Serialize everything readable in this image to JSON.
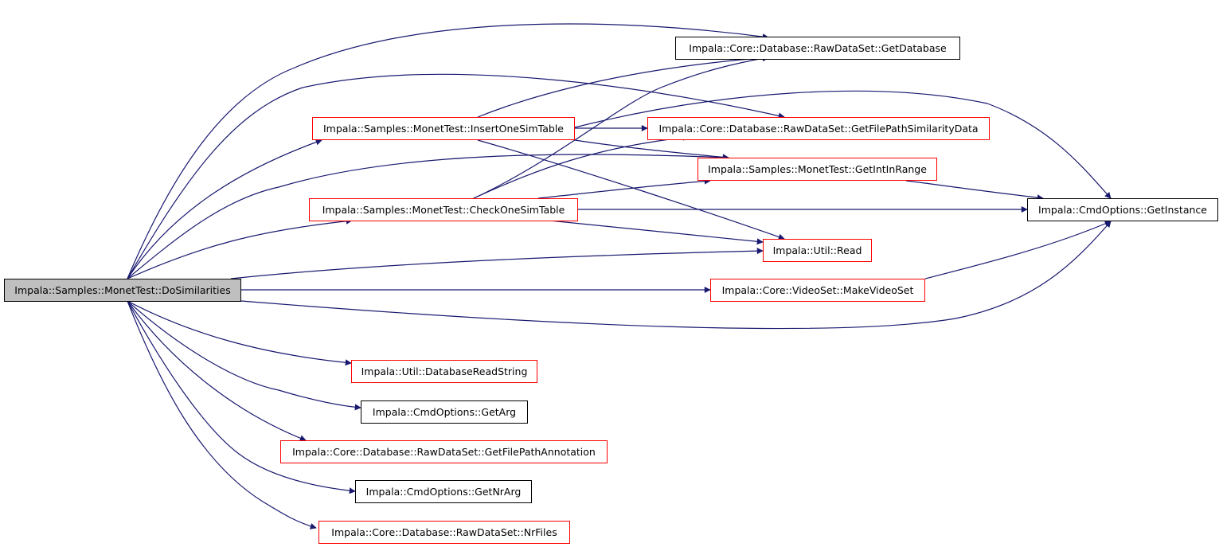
{
  "graph": {
    "edge_color": "#191970",
    "arrow_color": "#191970",
    "nodes": [
      {
        "id": "dosim",
        "label": "Impala::Samples::MonetTest::DoSimilarities",
        "style": "root",
        "fill": "#bfbfbf",
        "border": "#000000"
      },
      {
        "id": "getdb",
        "label": "Impala::Core::Database::RawDataSet::GetDatabase",
        "style": "plain",
        "border": "#000000"
      },
      {
        "id": "insert",
        "label": "Impala::Samples::MonetTest::InsertOneSimTable",
        "style": "red",
        "border": "#ff0000"
      },
      {
        "id": "getfps",
        "label": "Impala::Core::Database::RawDataSet::GetFilePathSimilarityData",
        "style": "red",
        "border": "#ff0000"
      },
      {
        "id": "getint",
        "label": "Impala::Samples::MonetTest::GetIntInRange",
        "style": "red",
        "border": "#ff0000"
      },
      {
        "id": "check",
        "label": "Impala::Samples::MonetTest::CheckOneSimTable",
        "style": "red",
        "border": "#ff0000"
      },
      {
        "id": "getinst",
        "label": "Impala::CmdOptions::GetInstance",
        "style": "plain",
        "border": "#000000"
      },
      {
        "id": "read",
        "label": "Impala::Util::Read",
        "style": "red",
        "border": "#ff0000"
      },
      {
        "id": "makevs",
        "label": "Impala::Core::VideoSet::MakeVideoSet",
        "style": "red",
        "border": "#ff0000"
      },
      {
        "id": "dbread",
        "label": "Impala::Util::DatabaseReadString",
        "style": "red",
        "border": "#ff0000"
      },
      {
        "id": "getarg",
        "label": "Impala::CmdOptions::GetArg",
        "style": "plain",
        "border": "#000000"
      },
      {
        "id": "getfpa",
        "label": "Impala::Core::Database::RawDataSet::GetFilePathAnnotation",
        "style": "red",
        "border": "#ff0000"
      },
      {
        "id": "getnrarg",
        "label": "Impala::CmdOptions::GetNrArg",
        "style": "plain",
        "border": "#000000"
      },
      {
        "id": "nrfiles",
        "label": "Impala::Core::Database::RawDataSet::NrFiles",
        "style": "red",
        "border": "#ff0000"
      }
    ],
    "edges": [
      {
        "from": "dosim",
        "to": "getdb"
      },
      {
        "from": "dosim",
        "to": "getfps"
      },
      {
        "from": "dosim",
        "to": "insert"
      },
      {
        "from": "dosim",
        "to": "getint"
      },
      {
        "from": "dosim",
        "to": "check"
      },
      {
        "from": "dosim",
        "to": "read"
      },
      {
        "from": "dosim",
        "to": "makevs"
      },
      {
        "from": "dosim",
        "to": "getinst"
      },
      {
        "from": "dosim",
        "to": "dbread"
      },
      {
        "from": "dosim",
        "to": "getarg"
      },
      {
        "from": "dosim",
        "to": "getfpa"
      },
      {
        "from": "dosim",
        "to": "getnrarg"
      },
      {
        "from": "dosim",
        "to": "nrfiles"
      },
      {
        "from": "insert",
        "to": "getdb"
      },
      {
        "from": "insert",
        "to": "getfps"
      },
      {
        "from": "insert",
        "to": "getint"
      },
      {
        "from": "insert",
        "to": "getinst"
      },
      {
        "from": "insert",
        "to": "read"
      },
      {
        "from": "check",
        "to": "getdb"
      },
      {
        "from": "check",
        "to": "getfps"
      },
      {
        "from": "check",
        "to": "getint"
      },
      {
        "from": "check",
        "to": "getinst"
      },
      {
        "from": "check",
        "to": "read"
      },
      {
        "from": "getint",
        "to": "getinst"
      },
      {
        "from": "makevs",
        "to": "getinst"
      }
    ]
  }
}
